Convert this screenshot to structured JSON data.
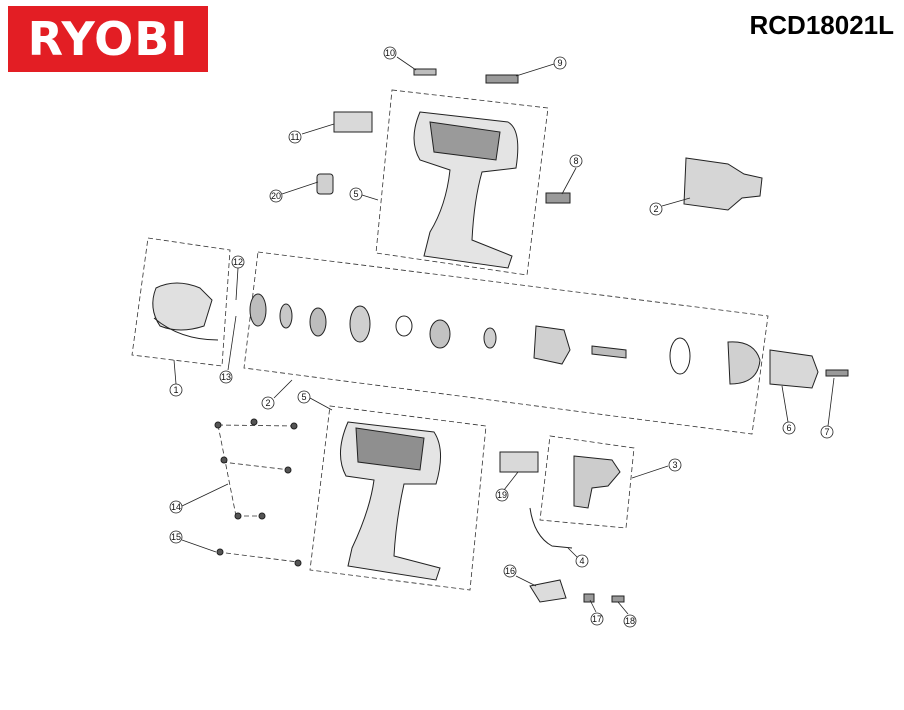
{
  "brand": {
    "logo_text": "RYOBI",
    "color": "#e31e24"
  },
  "model": "RCD18021L",
  "callouts": [
    "1",
    "2",
    "2",
    "3",
    "4",
    "5",
    "5",
    "6",
    "7",
    "8",
    "9",
    "10",
    "11",
    "12",
    "13",
    "14",
    "15",
    "16",
    "17",
    "18",
    "19",
    "20"
  ]
}
